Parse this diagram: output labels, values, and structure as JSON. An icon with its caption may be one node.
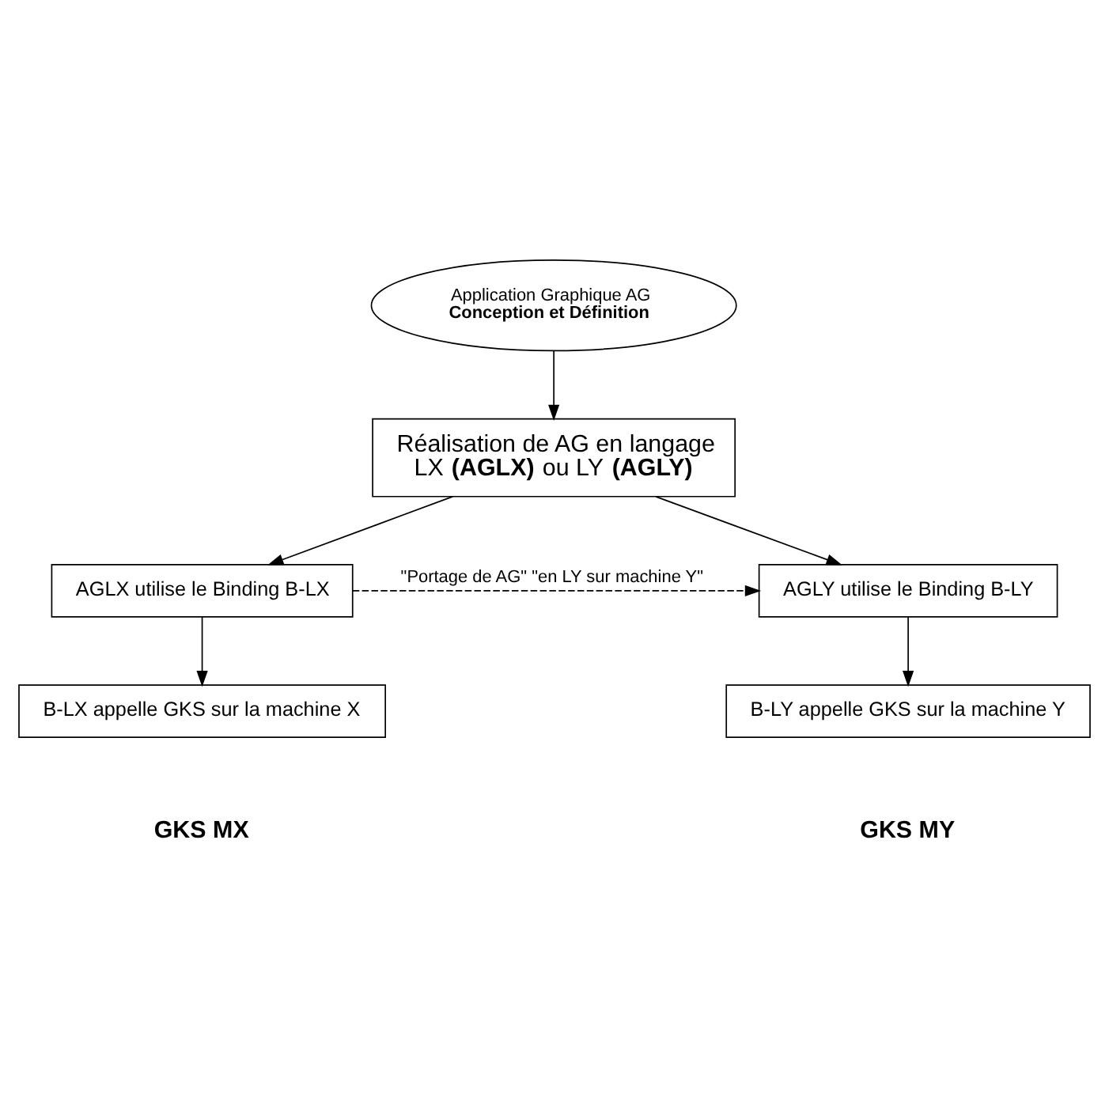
{
  "diagram": {
    "nodes": [
      {
        "text": [
          "Application Graphique AG",
          "Conception et Définition"
        ]
      },
      {
        "text": [
          "Réalisation de AG en langage",
          "LX **(AGLX)** ou LY **(AGLY)**"
        ]
      },
      {
        "text": [
          "AGLX utilise le Binding B-LX"
        ]
      },
      {
        "text": [
          "AGLY utilise le Binding B-LY"
        ]
      },
      {
        "text": [
          "B-LX appelle GKS sur la machine X"
        ],
        "beside": [
          "GKS MX"
        ]
      },
      {
        "text": [
          "B-LY appelle GKS sur la machine Y"
        ],
        "beside": [
          "GKS MY"
        ]
      }
    ],
    "edges": [
      {
        "from": 0,
        "to": 1,
        "arrow": "to"
      },
      {
        "from": 1,
        "to": 2,
        "arrow": "to"
      },
      {
        "from": 1,
        "to": 3,
        "arrow": "to"
      },
      {
        "from": 2,
        "to": 3,
        "arrow": "to",
        "style": "dashed",
        "label": "\"Portage de AG\" \"en LY sur machine Y\""
      },
      {
        "from": 2,
        "to": 4,
        "arrow": "to"
      },
      {
        "from": 3,
        "to": 5,
        "arrow": "to"
      }
    ]
  }
}
